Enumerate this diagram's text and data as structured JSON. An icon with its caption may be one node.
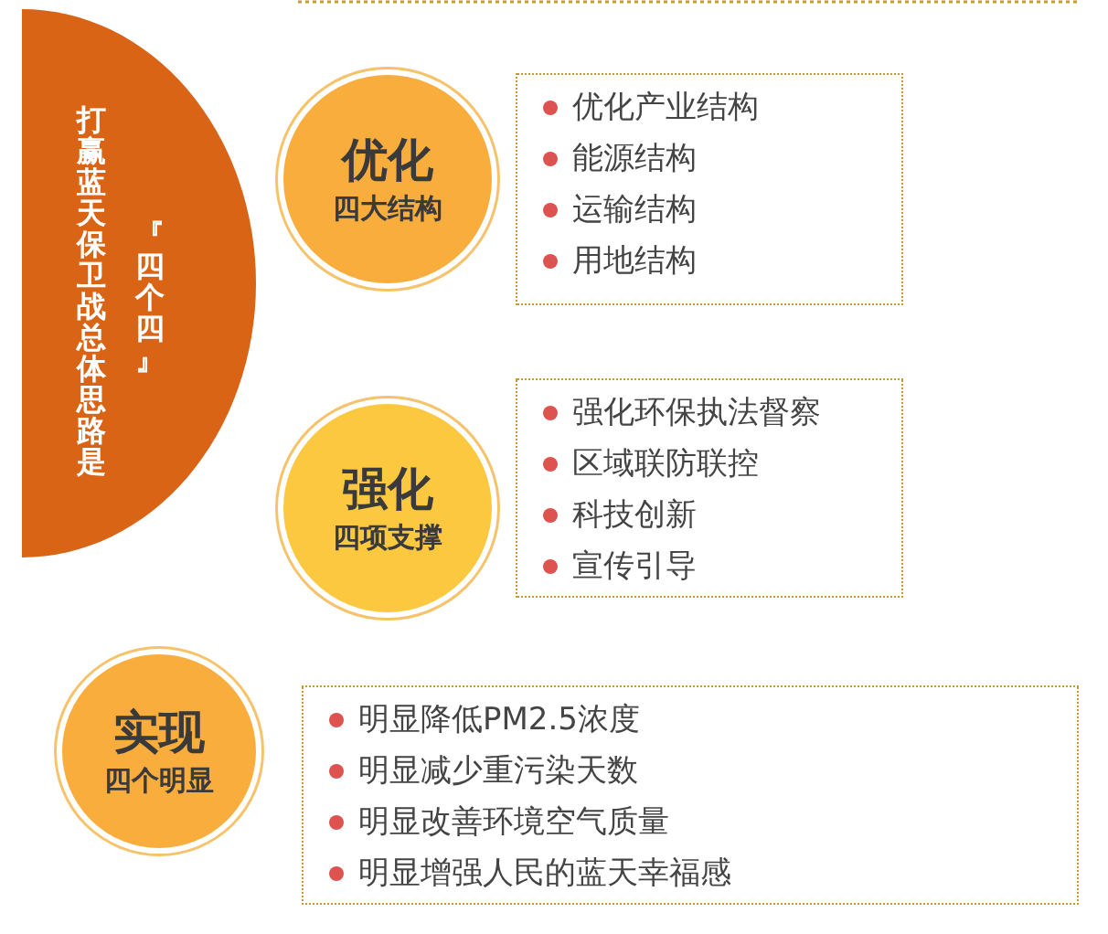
{
  "diagram": {
    "nodes": [
      {
        "text": [
          "打赢蓝天保卫战总体思路是",
          "『四个四』"
        ]
      },
      {
        "text": [
          "优化",
          "四大结构"
        ]
      },
      {
        "text": [
          "优化产业结构",
          "能源结构",
          "运输结构",
          "用地结构"
        ]
      },
      {
        "text": [
          "强化",
          "四项支撑"
        ]
      },
      {
        "text": [
          "强化环保执法督察",
          "区域联防联控",
          "科技创新",
          "宣传引导"
        ]
      },
      {
        "text": [
          "实现",
          "四个明显"
        ]
      },
      {
        "text": [
          "明显降低PM2.5浓度",
          "明显减少重污染天数",
          "明显改善环境空气质量",
          "明显增强人民的蓝天幸福感"
        ]
      }
    ]
  }
}
